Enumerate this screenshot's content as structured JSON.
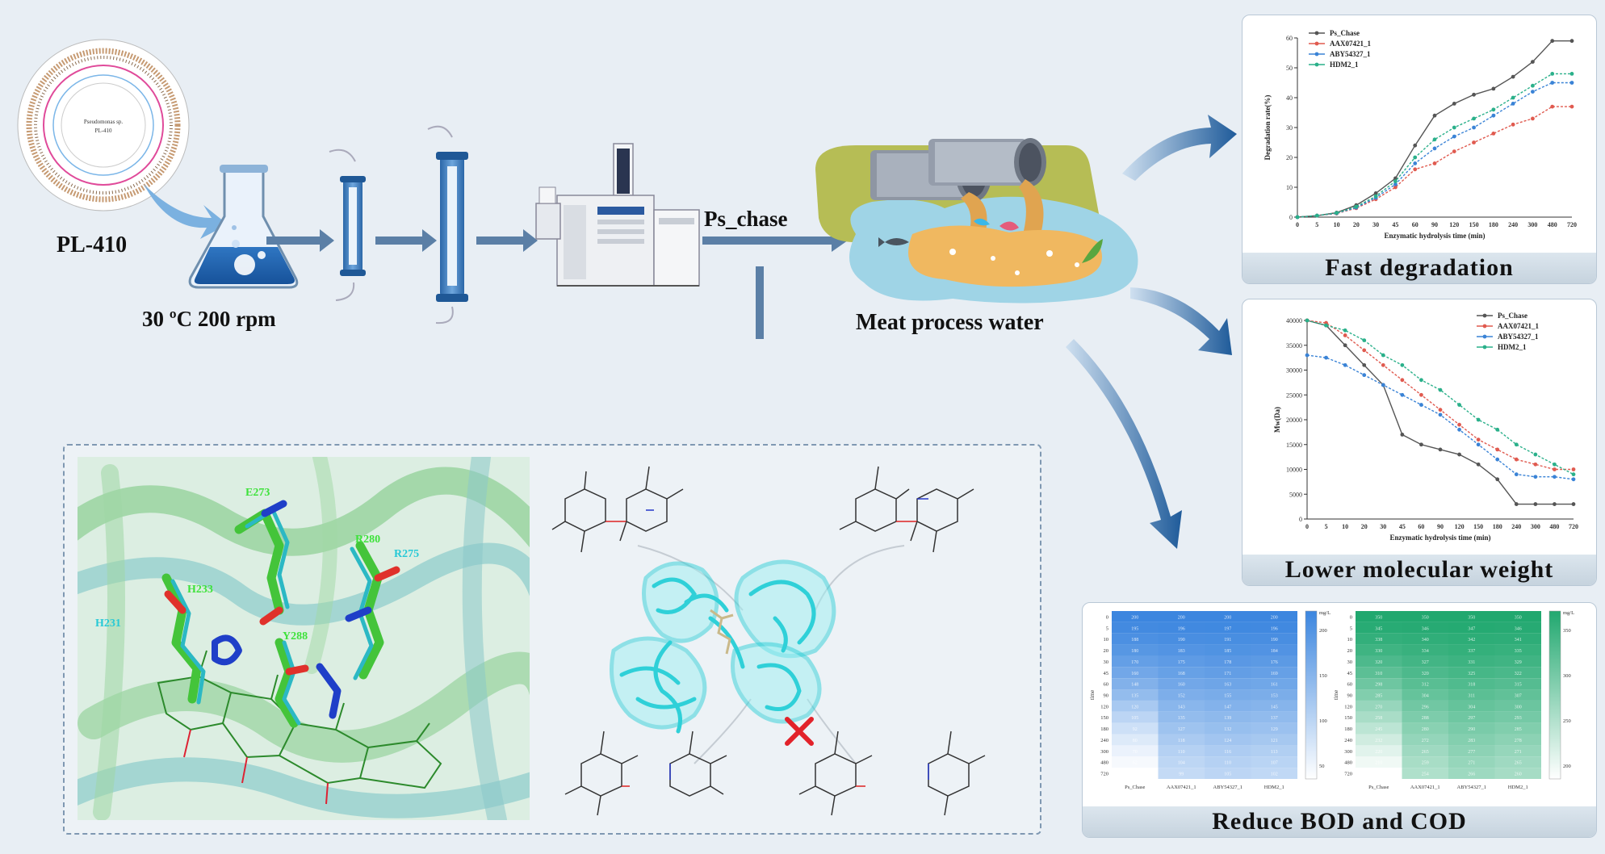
{
  "labels": {
    "strain": "PL-410",
    "culture": "30 ºC  200 rpm",
    "enzyme": "Ps_chase",
    "application": "Meat process water",
    "fast": "Fast degradation",
    "lower": "Lower molecular weight",
    "reduce": "Reduce BOD and COD"
  },
  "plasmid_text": [
    "Pseudomonas sp.",
    "PL-410"
  ],
  "residues": [
    "E273",
    "R280",
    "R275",
    "H233",
    "H231",
    "Y288"
  ],
  "colors": {
    "accent": "#2e6fb0",
    "background": "#e8eef4",
    "protein_cyan": "#2fd0d8",
    "carbon_green": "#44c43a",
    "series": [
      "#555555",
      "#e05a4f",
      "#3a83d6",
      "#2ab08a"
    ]
  },
  "chart_data": [
    {
      "type": "line",
      "xlabel": "Enzymatic hydrolysis time (min)",
      "ylabel": "Degradation rate(%)",
      "categories": [
        "0",
        "5",
        "10",
        "20",
        "30",
        "45",
        "60",
        "90",
        "120",
        "150",
        "180",
        "240",
        "300",
        "480",
        "720"
      ],
      "ylim": [
        0,
        60
      ],
      "yticks": [
        0,
        10,
        20,
        30,
        40,
        50,
        60
      ],
      "legend": "top-left",
      "series": [
        {
          "name": "Ps_Chase",
          "values": [
            0,
            0.5,
            1.5,
            4,
            8,
            13,
            24,
            34,
            38,
            41,
            43,
            47,
            52,
            59,
            59
          ]
        },
        {
          "name": "AAX07421_1",
          "values": [
            0,
            0.5,
            1.2,
            3,
            6,
            10,
            16,
            18,
            22,
            25,
            28,
            31,
            33,
            37,
            37
          ]
        },
        {
          "name": "ABY54327_1",
          "values": [
            0,
            0.5,
            1.3,
            3.2,
            6.5,
            11,
            18,
            23,
            27,
            30,
            34,
            38,
            42,
            45,
            45
          ]
        },
        {
          "name": "HDM2_1",
          "values": [
            0,
            0.5,
            1.4,
            3.5,
            7,
            12,
            20,
            26,
            30,
            33,
            36,
            40,
            44,
            48,
            48
          ]
        }
      ]
    },
    {
      "type": "line",
      "xlabel": "Enzymatic hydrolysis time (min)",
      "ylabel": "Mw(Da)",
      "categories": [
        "0",
        "5",
        "10",
        "20",
        "30",
        "45",
        "60",
        "90",
        "120",
        "150",
        "180",
        "240",
        "300",
        "480",
        "720"
      ],
      "ylim": [
        0,
        40000
      ],
      "yticks": [
        0,
        5000,
        10000,
        15000,
        20000,
        25000,
        30000,
        35000,
        40000
      ],
      "legend": "top-right",
      "series": [
        {
          "name": "Ps_Chase",
          "values": [
            40000,
            39000,
            35000,
            31000,
            27000,
            17000,
            15000,
            14000,
            13000,
            11000,
            8000,
            3000,
            3000,
            3000,
            3000
          ]
        },
        {
          "name": "AAX07421_1",
          "values": [
            40000,
            39500,
            37000,
            34000,
            31000,
            28000,
            25000,
            22000,
            19000,
            16000,
            14000,
            12000,
            11000,
            10000,
            10000
          ]
        },
        {
          "name": "ABY54327_1",
          "values": [
            33000,
            32500,
            31000,
            29000,
            27000,
            25000,
            23000,
            21000,
            18000,
            15000,
            12000,
            9000,
            8500,
            8500,
            8000
          ]
        },
        {
          "name": "HDM2_1",
          "values": [
            40000,
            39000,
            38000,
            36000,
            33000,
            31000,
            28000,
            26000,
            23000,
            20000,
            18000,
            15000,
            13000,
            11000,
            9000
          ]
        }
      ]
    },
    {
      "type": "heatmap",
      "name": "BOD",
      "ylabel": "time",
      "categories": [
        "Ps_Chase",
        "AAX07421_1",
        "ABY54327_1",
        "HDM2_1"
      ],
      "rows": [
        "0",
        "5",
        "10",
        "20",
        "30",
        "45",
        "60",
        "90",
        "120",
        "150",
        "180",
        "240",
        "300",
        "480",
        "720"
      ],
      "colorbar_title": "mg/L",
      "colorbar_ticks": [
        "200",
        "150",
        "100",
        "50"
      ],
      "values": [
        [
          200,
          200,
          200,
          200
        ],
        [
          195,
          196,
          197,
          196
        ],
        [
          188,
          190,
          191,
          190
        ],
        [
          180,
          183,
          185,
          184
        ],
        [
          170,
          175,
          178,
          176
        ],
        [
          160,
          168,
          171,
          169
        ],
        [
          148,
          160,
          163,
          161
        ],
        [
          135,
          152,
          155,
          153
        ],
        [
          120,
          143,
          147,
          145
        ],
        [
          105,
          135,
          139,
          137
        ],
        [
          92,
          127,
          132,
          129
        ],
        [
          80,
          118,
          124,
          121
        ],
        [
          70,
          110,
          116,
          113
        ],
        [
          62,
          104,
          110,
          107
        ],
        [
          55,
          99,
          105,
          102
        ]
      ]
    },
    {
      "type": "heatmap",
      "name": "COD",
      "ylabel": "time",
      "categories": [
        "Ps_Chase",
        "AAX07421_1",
        "ABY54327_1",
        "HDM2_1"
      ],
      "rows": [
        "0",
        "5",
        "10",
        "20",
        "30",
        "45",
        "60",
        "90",
        "120",
        "150",
        "180",
        "240",
        "300",
        "480",
        "720"
      ],
      "colorbar_title": "mg/L",
      "colorbar_ticks": [
        "350",
        "300",
        "250",
        "200"
      ],
      "values": [
        [
          350,
          350,
          350,
          350
        ],
        [
          345,
          346,
          347,
          346
        ],
        [
          338,
          340,
          342,
          341
        ],
        [
          330,
          334,
          337,
          335
        ],
        [
          320,
          327,
          331,
          329
        ],
        [
          310,
          320,
          325,
          322
        ],
        [
          298,
          312,
          318,
          315
        ],
        [
          285,
          304,
          311,
          307
        ],
        [
          270,
          296,
          304,
          300
        ],
        [
          258,
          288,
          297,
          293
        ],
        [
          245,
          280,
          290,
          285
        ],
        [
          232,
          272,
          283,
          278
        ],
        [
          220,
          265,
          277,
          271
        ],
        [
          210,
          259,
          271,
          265
        ],
        [
          200,
          254,
          266,
          260
        ]
      ]
    }
  ]
}
